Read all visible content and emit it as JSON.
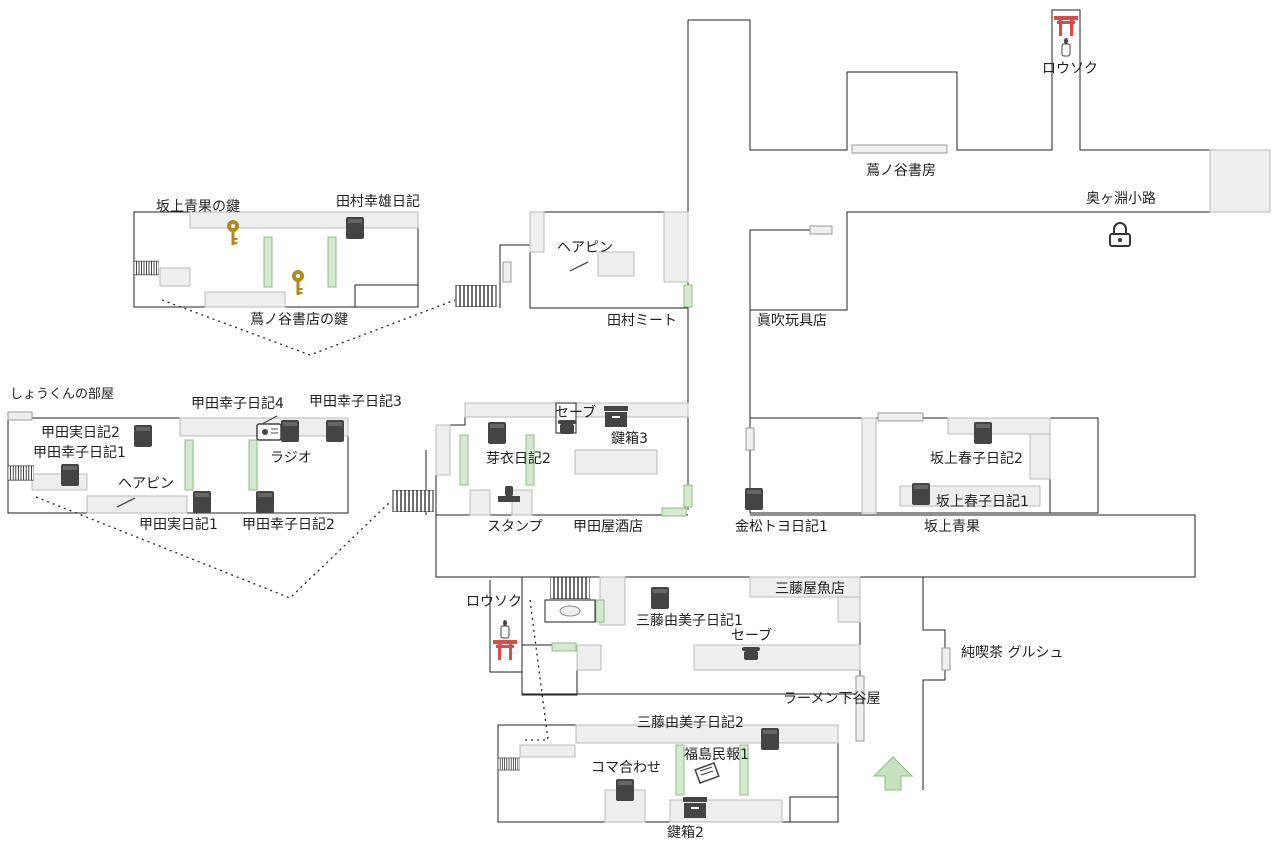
{
  "colors": {
    "wall": "#222222",
    "floor_shade": "#eeeeee",
    "shade_border": "#bbbbbb",
    "door_green": "#d5e8d0",
    "door_green_border": "#8cbf80",
    "torii_red": "#e04848",
    "key_gold": "#b08a1a",
    "icon_dark": "#444444",
    "arrow_green": "#c6e3bf"
  },
  "icons": {
    "diary": "diary-icon",
    "key": "key-icon",
    "lock": "padlock-icon",
    "torii": "torii-shrine-icon",
    "candle": "candle-icon",
    "phone": "telephone-icon",
    "lockbox": "lockbox-icon",
    "stamp": "stamp-icon",
    "radio": "radio-icon",
    "hairpin": "hairpin-icon",
    "newspaper": "newspaper-icon",
    "exit_arrow": "up-arrow-icon"
  },
  "labels": {
    "candle_top": "ロウソク",
    "tsutanoya_shobo": "蔦ノ谷書房",
    "okugafuchi": "奥ヶ淵小路",
    "sakagami_key": "坂上青果の鍵",
    "tamura_diary": "田村幸雄日記",
    "tsutanoya_key": "蔦ノ谷書店の鍵",
    "hairpin_tamura": "ヘアピン",
    "tamura_meat": "田村ミート",
    "mabuki": "眞吹玩具店",
    "shoukun": "しょうくんの部屋",
    "jitsu2": "甲田実日記2",
    "sachiko1": "甲田幸子日記1",
    "sachiko4": "甲田幸子日記4",
    "sachiko3": "甲田幸子日記3",
    "radio": "ラジオ",
    "hairpin_koda": "ヘアピン",
    "jitsu1": "甲田実日記1",
    "sachiko2": "甲田幸子日記2",
    "save_kodaya": "セーブ",
    "keybox3": "鍵箱3",
    "mei2": "芽衣日記2",
    "stamp": "スタンプ",
    "kodaya": "甲田屋酒店",
    "kanematsu": "金松トヨ日記1",
    "haruko2": "坂上春子日記2",
    "haruko1": "坂上春子日記1",
    "sakagami_seika": "坂上青果",
    "candle_left": "ロウソク",
    "mitoya_fish": "三藤屋魚店",
    "yumiko1": "三藤由美子日記1",
    "save_mito": "セーブ",
    "gurushu": "純喫茶 グルシュ",
    "ramen": "ラーメン下谷屋",
    "yumiko2": "三藤由美子日記2",
    "koma": "コマ合わせ",
    "fukushima": "福島民報1",
    "keybox2": "鍵箱2"
  }
}
